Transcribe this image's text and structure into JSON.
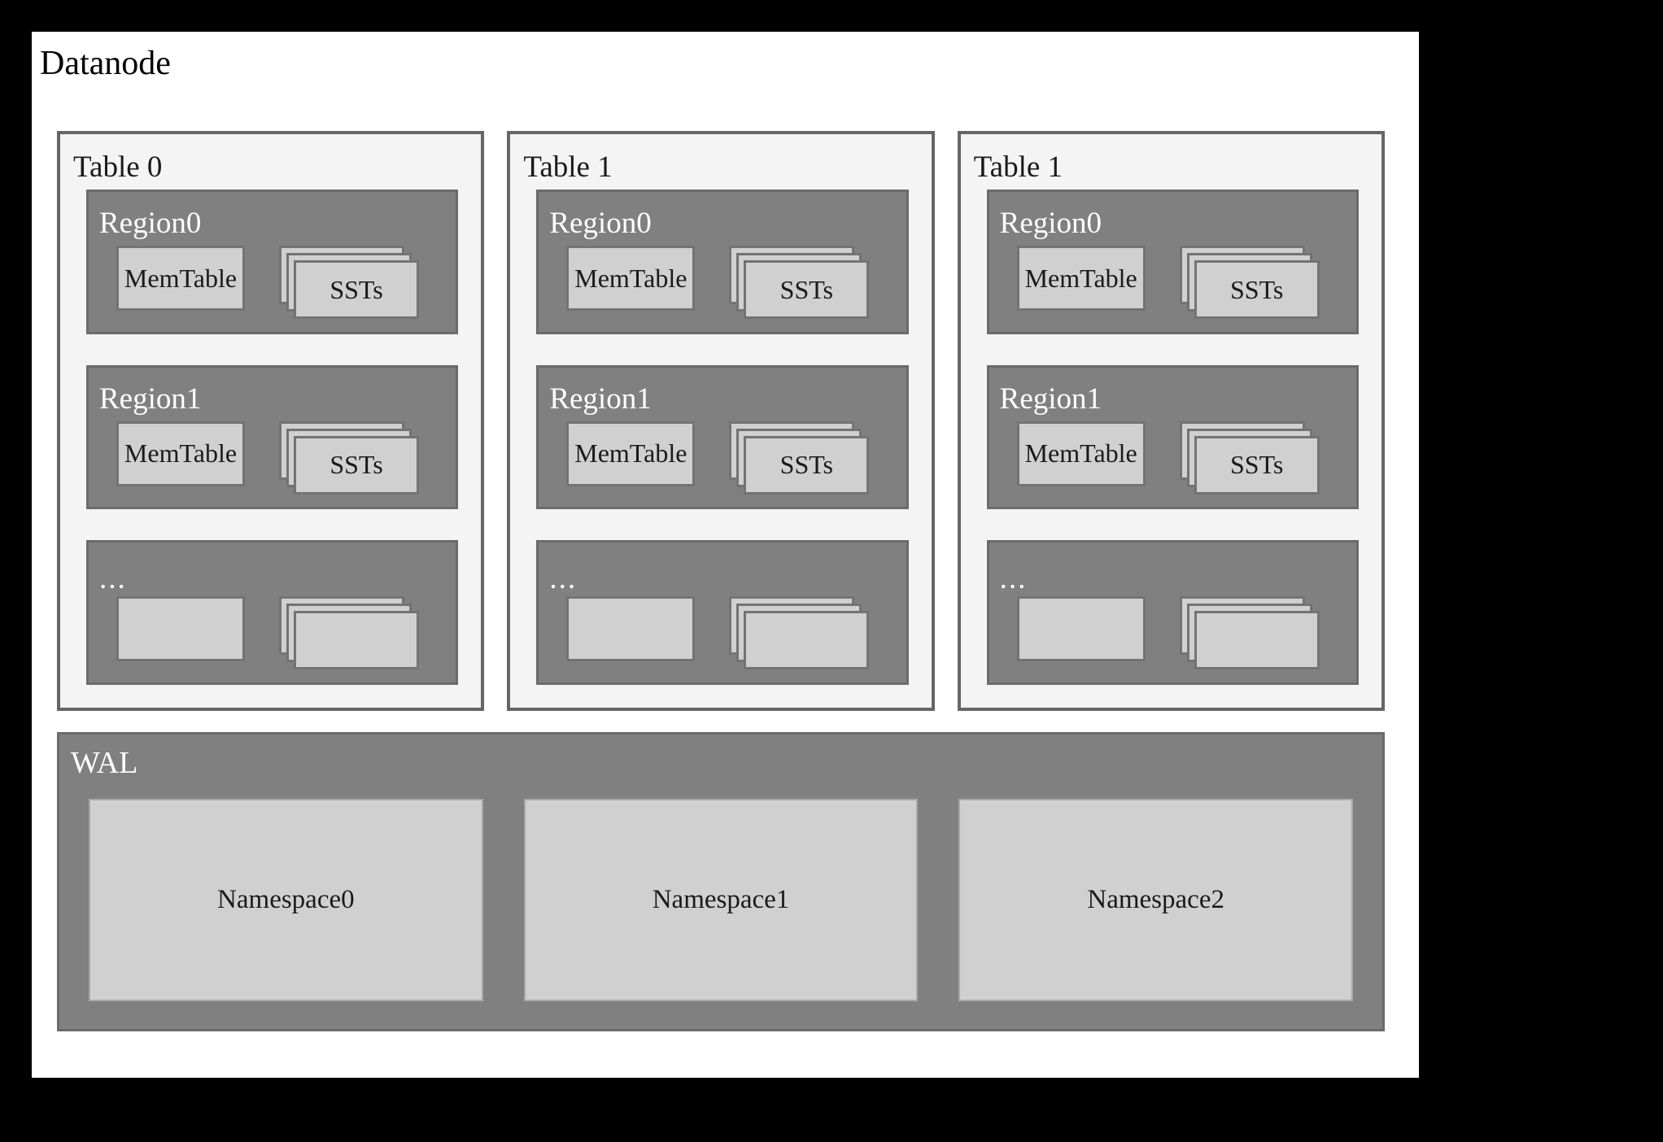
{
  "diagram": {
    "title": "Datanode",
    "tables": [
      {
        "label": "Table 0",
        "regions": [
          {
            "label": "Region0",
            "memtable_label": "MemTable",
            "ssts_label": "SSTs"
          },
          {
            "label": "Region1",
            "memtable_label": "MemTable",
            "ssts_label": "SSTs"
          },
          {
            "label": "...",
            "memtable_label": "",
            "ssts_label": ""
          }
        ]
      },
      {
        "label": "Table 1",
        "regions": [
          {
            "label": "Region0",
            "memtable_label": "MemTable",
            "ssts_label": "SSTs"
          },
          {
            "label": "Region1",
            "memtable_label": "MemTable",
            "ssts_label": "SSTs"
          },
          {
            "label": "...",
            "memtable_label": "",
            "ssts_label": ""
          }
        ]
      },
      {
        "label": "Table 1",
        "regions": [
          {
            "label": "Region0",
            "memtable_label": "MemTable",
            "ssts_label": "SSTs"
          },
          {
            "label": "Region1",
            "memtable_label": "MemTable",
            "ssts_label": "SSTs"
          },
          {
            "label": "...",
            "memtable_label": "",
            "ssts_label": ""
          }
        ]
      }
    ],
    "wal": {
      "label": "WAL",
      "namespaces": [
        {
          "label": "Namespace0"
        },
        {
          "label": "Namespace1"
        },
        {
          "label": "Namespace2"
        }
      ]
    },
    "colors": {
      "frame": "#000000",
      "canvas": "#ffffff",
      "table_fill": "#f4f4f4",
      "table_border": "#666666",
      "region_fill": "#808080",
      "region_border": "#6b6b6b",
      "inner_fill": "#d0d0d0",
      "inner_border": "#737373",
      "text_dark": "#1a1a1a",
      "text_light": "#ffffff"
    }
  }
}
